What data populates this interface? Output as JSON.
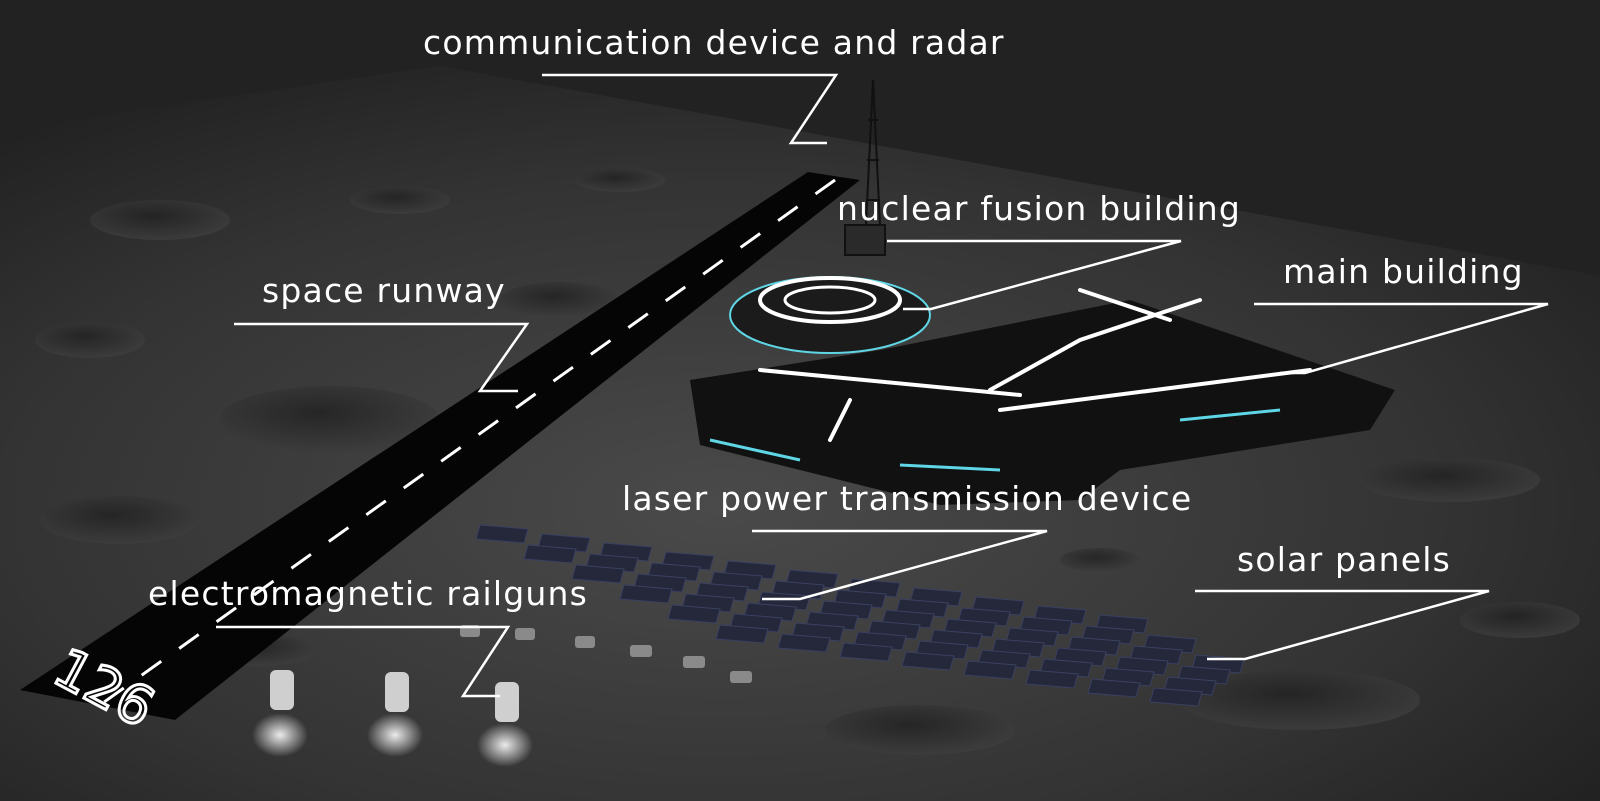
{
  "labels": {
    "communication": "communication device and radar",
    "nuclear_fusion": "nuclear fusion building",
    "main_building": "main building",
    "space_runway": "space runway",
    "laser_power": "laser power transmission device",
    "solar_panels": "solar panels",
    "railguns": "electromagnetic railguns"
  },
  "runway_marking": "126",
  "colors": {
    "background": "#222222",
    "terrain": "#3a3a3a",
    "runway": "#050505",
    "callout_line": "#ffffff",
    "building_glow": "#5fd6e6"
  }
}
